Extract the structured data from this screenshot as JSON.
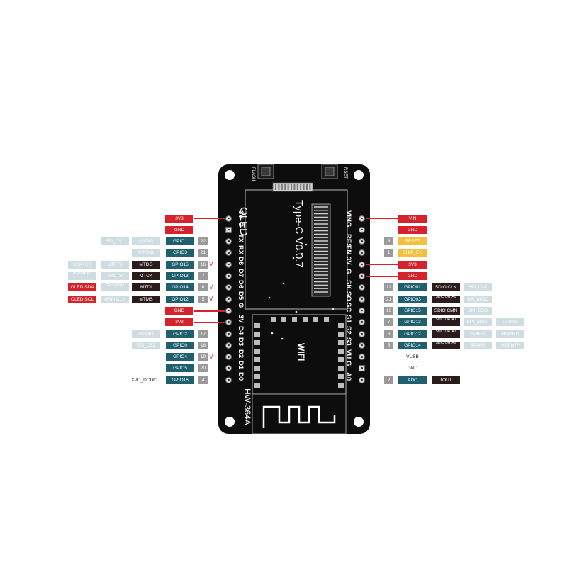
{
  "board": {
    "model": "HW-364A",
    "oled_text": "OLED",
    "usb_text": "Type-C V0.0.7",
    "wifi_text": "WIFI",
    "flash_button": "FLASH",
    "reset_button": "RSET"
  },
  "colors": {
    "power": "#d4232c",
    "gpio": "#1f5f6e",
    "pin_number": "#9a9a9a",
    "reset": "#f3c03e",
    "function": "#2b1c1c",
    "alt": "#cfdde3",
    "board": "#0d0d0d"
  },
  "left_pins": [
    {
      "silk": "3V",
      "labels": [
        {
          "text": "3V3",
          "style": "power"
        }
      ]
    },
    {
      "silk": "G",
      "labels": [
        {
          "text": "GND",
          "style": "power"
        }
      ]
    },
    {
      "silk": "TX",
      "labels": [
        {
          "text": "22",
          "style": "num"
        },
        {
          "text": "GPIO1",
          "style": "gpio"
        },
        {
          "text": "U0TXD",
          "style": "alt"
        },
        {
          "text": "SPI_CS1",
          "style": "alt"
        }
      ]
    },
    {
      "silk": "RX",
      "labels": [
        {
          "text": "21",
          "style": "num"
        },
        {
          "text": "GPIO3",
          "style": "gpio"
        },
        {
          "text": "U0RXD",
          "style": "alt"
        }
      ]
    },
    {
      "silk": "D8",
      "pwm": true,
      "labels": [
        {
          "text": "16",
          "style": "num"
        },
        {
          "text": "GPIO15",
          "style": "gpio"
        },
        {
          "text": "MTDO",
          "style": "func"
        },
        {
          "text": "U0RTS",
          "style": "alt"
        },
        {
          "text": "HSPI CS",
          "style": "alt"
        }
      ]
    },
    {
      "silk": "D7",
      "labels": [
        {
          "text": "7",
          "style": "num"
        },
        {
          "text": "GPIO13",
          "style": "gpio"
        },
        {
          "text": "MTCK",
          "style": "func"
        },
        {
          "text": "U0CTS",
          "style": "alt"
        },
        {
          "text": "HSPI MOSI",
          "style": "alt"
        }
      ]
    },
    {
      "silk": "D6",
      "pwm": true,
      "labels": [
        {
          "text": "6",
          "style": "num"
        },
        {
          "text": "GPIO14",
          "style": "gpio"
        },
        {
          "text": "MTDI",
          "style": "func"
        },
        {
          "text": "HSPI MISO",
          "style": "alt"
        },
        {
          "text": "OLED SDA",
          "style": "power"
        }
      ]
    },
    {
      "silk": "D5",
      "pwm": true,
      "labels": [
        {
          "text": "5",
          "style": "num"
        },
        {
          "text": "GPIO12",
          "style": "gpio"
        },
        {
          "text": "MTMS",
          "style": "func"
        },
        {
          "text": "HSPI CLK",
          "style": "alt"
        },
        {
          "text": "OLED SCL",
          "style": "power"
        }
      ]
    },
    {
      "silk": "G",
      "labels": [
        {
          "text": "GND",
          "style": "power"
        }
      ]
    },
    {
      "silk": "3V",
      "labels": [
        {
          "text": "3V3",
          "style": "power"
        }
      ]
    },
    {
      "silk": "D4",
      "labels": [
        {
          "text": "17",
          "style": "num"
        },
        {
          "text": "GPIO2",
          "style": "gpio"
        },
        {
          "text": "U1TXD",
          "style": "alt"
        }
      ]
    },
    {
      "silk": "D3",
      "labels": [
        {
          "text": "18",
          "style": "num"
        },
        {
          "text": "GPIO0",
          "style": "gpio"
        },
        {
          "text": "SPI_CS2",
          "style": "alt"
        }
      ]
    },
    {
      "silk": "D2",
      "pwm": true,
      "labels": [
        {
          "text": "19",
          "style": "num"
        },
        {
          "text": "GPIO4",
          "style": "gpio"
        }
      ]
    },
    {
      "silk": "D1",
      "labels": [
        {
          "text": "20",
          "style": "num"
        },
        {
          "text": "GPIO5",
          "style": "gpio"
        }
      ]
    },
    {
      "silk": "D0",
      "labels": [
        {
          "text": "4",
          "style": "num"
        },
        {
          "text": "GPIO16",
          "style": "gpio"
        },
        {
          "text": "XPD_DCDC",
          "style": "plain"
        }
      ]
    }
  ],
  "right_pins": [
    {
      "silk": "VIN",
      "labels": [
        {
          "text": "VIN",
          "style": "power"
        }
      ]
    },
    {
      "silk": "G",
      "labels": [
        {
          "text": "GND",
          "style": "power"
        }
      ]
    },
    {
      "silk": "RES",
      "labels": [
        {
          "text": "3",
          "style": "num"
        },
        {
          "text": "RESET",
          "style": "reset"
        }
      ]
    },
    {
      "silk": "EN",
      "labels": [
        {
          "text": "1",
          "style": "num"
        },
        {
          "text": "CHIP_EN",
          "style": "reset"
        }
      ]
    },
    {
      "silk": "3V",
      "labels": [
        {
          "text": "3V3",
          "style": "power"
        }
      ]
    },
    {
      "silk": "G",
      "labels": [
        {
          "text": "GND",
          "style": "power"
        }
      ]
    },
    {
      "silk": "SK",
      "labels": [
        {
          "text": "22",
          "style": "num"
        },
        {
          "text": "GPIO01",
          "style": "gpio"
        },
        {
          "text": "SDIO CLK",
          "style": "func"
        },
        {
          "text": "SPI_CLK",
          "style": "alt"
        }
      ]
    },
    {
      "silk": "SO",
      "labels": [
        {
          "text": "21",
          "style": "num"
        },
        {
          "text": "GPIO03",
          "style": "gpio"
        },
        {
          "text": "SDIO DATA0",
          "style": "func"
        },
        {
          "text": "SPI_MISO",
          "style": "alt"
        }
      ]
    },
    {
      "silk": "SC",
      "labels": [
        {
          "text": "16",
          "style": "num"
        },
        {
          "text": "GPIO15",
          "style": "gpio"
        },
        {
          "text": "SDIO CMN",
          "style": "func"
        },
        {
          "text": "SPI_CSO",
          "style": "alt"
        }
      ]
    },
    {
      "silk": "S1",
      "labels": [
        {
          "text": "7",
          "style": "num"
        },
        {
          "text": "GPIO13",
          "style": "gpio"
        },
        {
          "text": "SDIO DATA1",
          "style": "func"
        },
        {
          "text": "SPI_MOSI",
          "style": "alt"
        },
        {
          "text": "U1RXD",
          "style": "alt"
        }
      ]
    },
    {
      "silk": "S2",
      "labels": [
        {
          "text": "6",
          "style": "num"
        },
        {
          "text": "GPIO12",
          "style": "gpio"
        },
        {
          "text": "SDIO DATA2",
          "style": "func"
        },
        {
          "text": "SPIHD",
          "style": "alt"
        },
        {
          "text": "HSPIHD",
          "style": "alt"
        }
      ]
    },
    {
      "silk": "S3",
      "labels": [
        {
          "text": "5",
          "style": "num"
        },
        {
          "text": "GPIO14",
          "style": "gpio"
        },
        {
          "text": "SDIO DATA2",
          "style": "func"
        },
        {
          "text": "SPIWP",
          "style": "alt"
        },
        {
          "text": "HSPIWP",
          "style": "alt"
        }
      ]
    },
    {
      "silk": "VU",
      "labels": [
        {
          "text": "VUSB",
          "style": "plain"
        }
      ]
    },
    {
      "silk": "G",
      "labels": [
        {
          "text": "GND",
          "style": "plain"
        }
      ]
    },
    {
      "silk": "A0",
      "labels": [
        {
          "text": "2",
          "style": "num"
        },
        {
          "text": "ADC",
          "style": "gpio"
        },
        {
          "text": "TOUT",
          "style": "func"
        }
      ]
    }
  ]
}
